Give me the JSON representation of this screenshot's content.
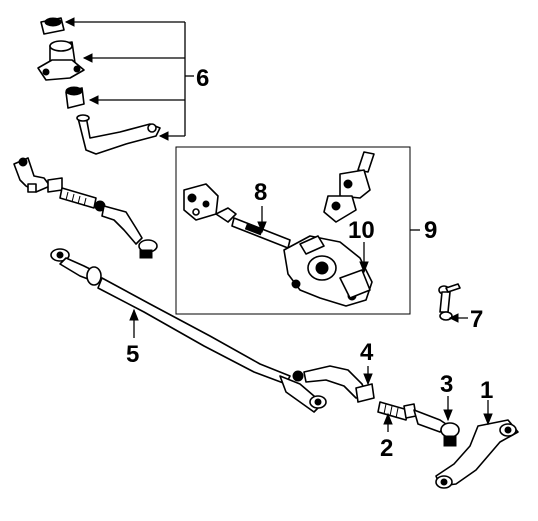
{
  "diagram": {
    "callouts": [
      {
        "id": "1",
        "label": "1"
      },
      {
        "id": "2",
        "label": "2"
      },
      {
        "id": "3",
        "label": "3"
      },
      {
        "id": "4",
        "label": "4"
      },
      {
        "id": "5",
        "label": "5"
      },
      {
        "id": "6",
        "label": "6"
      },
      {
        "id": "7",
        "label": "7"
      },
      {
        "id": "8",
        "label": "8"
      },
      {
        "id": "9",
        "label": "9"
      },
      {
        "id": "10",
        "label": "10"
      }
    ],
    "colors": {
      "ink": "#000000",
      "background": "#ffffff"
    }
  }
}
